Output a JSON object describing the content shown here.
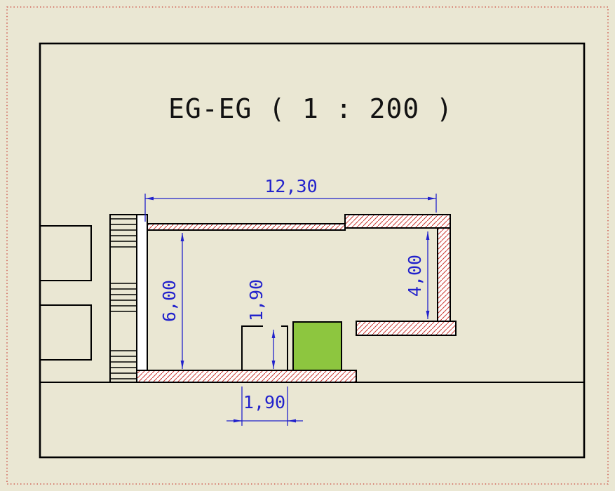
{
  "view_label": {
    "title": "EG-EG ( 1 : 200 )",
    "view_name": "EG-EG",
    "scale": "1 : 200"
  },
  "dimensions": {
    "total_width": "12,30",
    "room_depth_left": "6,00",
    "room_depth_right": "4,00",
    "small_room_depth": "1,90",
    "small_room_width": "1,90"
  },
  "colors": {
    "sheet_beige": "#eae7d3",
    "border_red": "#c9443a",
    "line_black": "#000000",
    "hatch_red": "#cc3b33",
    "dim_blue": "#2222cc",
    "highlight_green": "#8dc63f"
  }
}
